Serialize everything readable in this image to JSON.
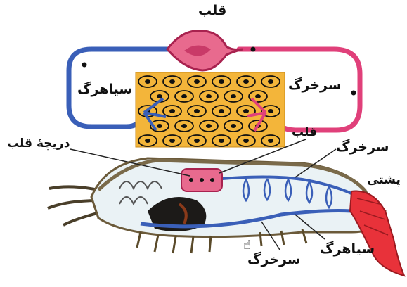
{
  "labels": {
    "heart_top": "قلب",
    "vein_left": "سیاهرگ",
    "artery_right": "سرخرگ",
    "heart_valve": "دریچهٔ قلب",
    "heart_mid": "قلب",
    "dorsal_artery_line1": "سرخرگ",
    "dorsal_artery_line2": "پشتی",
    "vein_bottom": "سیاهرگ",
    "artery_bottom": "سرخرگ"
  },
  "colors": {
    "artery": "#e0407a",
    "vein": "#3a5fb8",
    "tissue": "#f3b53a",
    "cell": "#111111",
    "shrimp_body": "#eaf2f5",
    "shrimp_shell": "#7a6a4a",
    "shrimp_tail": "#e8323a",
    "heart_fill": "#e86a8e"
  }
}
